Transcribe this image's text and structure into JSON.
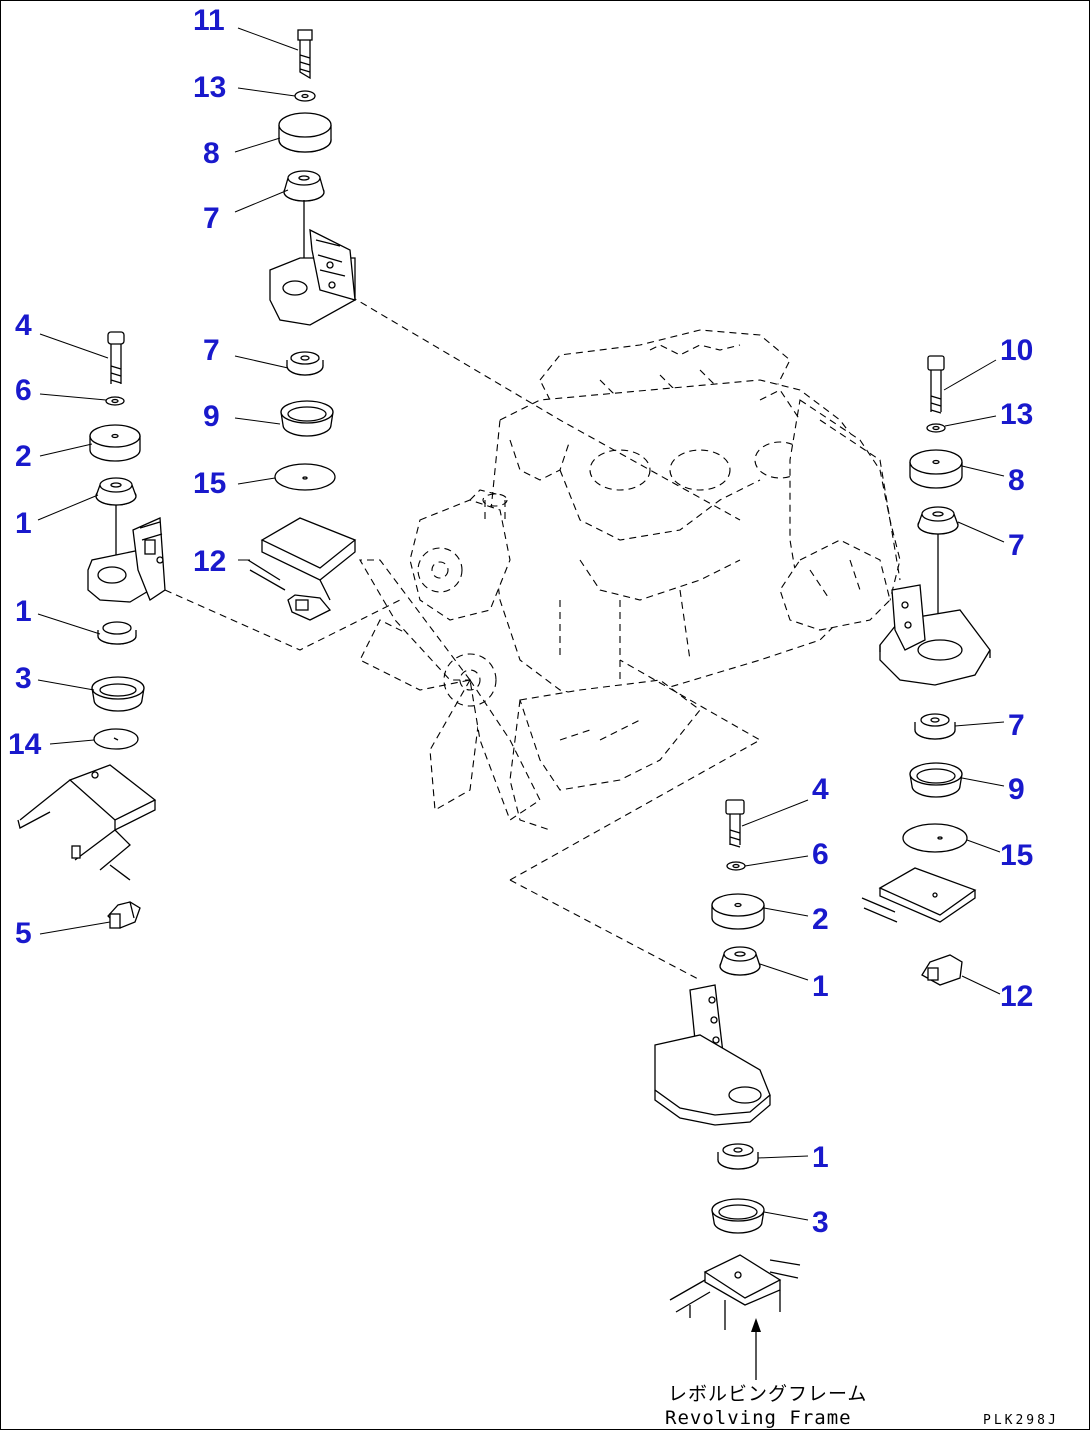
{
  "figure_code": "PLK298J",
  "caption": {
    "japanese": "レボルビングフレーム",
    "english": "Revolving Frame"
  },
  "callouts": [
    {
      "id": "c-11-top",
      "label": "11"
    },
    {
      "id": "c-13-top",
      "label": "13"
    },
    {
      "id": "c-8-top",
      "label": "8"
    },
    {
      "id": "c-7-top",
      "label": "7"
    },
    {
      "id": "c-7-top-lower",
      "label": "7"
    },
    {
      "id": "c-9-top",
      "label": "9"
    },
    {
      "id": "c-15-top",
      "label": "15"
    },
    {
      "id": "c-12-top",
      "label": "12"
    },
    {
      "id": "c-4-left",
      "label": "4"
    },
    {
      "id": "c-6-left",
      "label": "6"
    },
    {
      "id": "c-2-left",
      "label": "2"
    },
    {
      "id": "c-1-left",
      "label": "1"
    },
    {
      "id": "c-1-left-lower",
      "label": "1"
    },
    {
      "id": "c-3-left",
      "label": "3"
    },
    {
      "id": "c-14-left",
      "label": "14"
    },
    {
      "id": "c-5-left",
      "label": "5"
    },
    {
      "id": "c-10-right",
      "label": "10"
    },
    {
      "id": "c-13-right",
      "label": "13"
    },
    {
      "id": "c-8-right",
      "label": "8"
    },
    {
      "id": "c-7-right",
      "label": "7"
    },
    {
      "id": "c-7-right-lower",
      "label": "7"
    },
    {
      "id": "c-9-right",
      "label": "9"
    },
    {
      "id": "c-15-right",
      "label": "15"
    },
    {
      "id": "c-12-right",
      "label": "12"
    },
    {
      "id": "c-4-bottom",
      "label": "4"
    },
    {
      "id": "c-6-bottom",
      "label": "6"
    },
    {
      "id": "c-2-bottom",
      "label": "2"
    },
    {
      "id": "c-1-bottom",
      "label": "1"
    },
    {
      "id": "c-1-bottom-lower",
      "label": "1"
    },
    {
      "id": "c-3-bottom",
      "label": "3"
    }
  ],
  "colors": {
    "callout": "#1919cc",
    "linework": "#000000",
    "background": "#ffffff"
  }
}
